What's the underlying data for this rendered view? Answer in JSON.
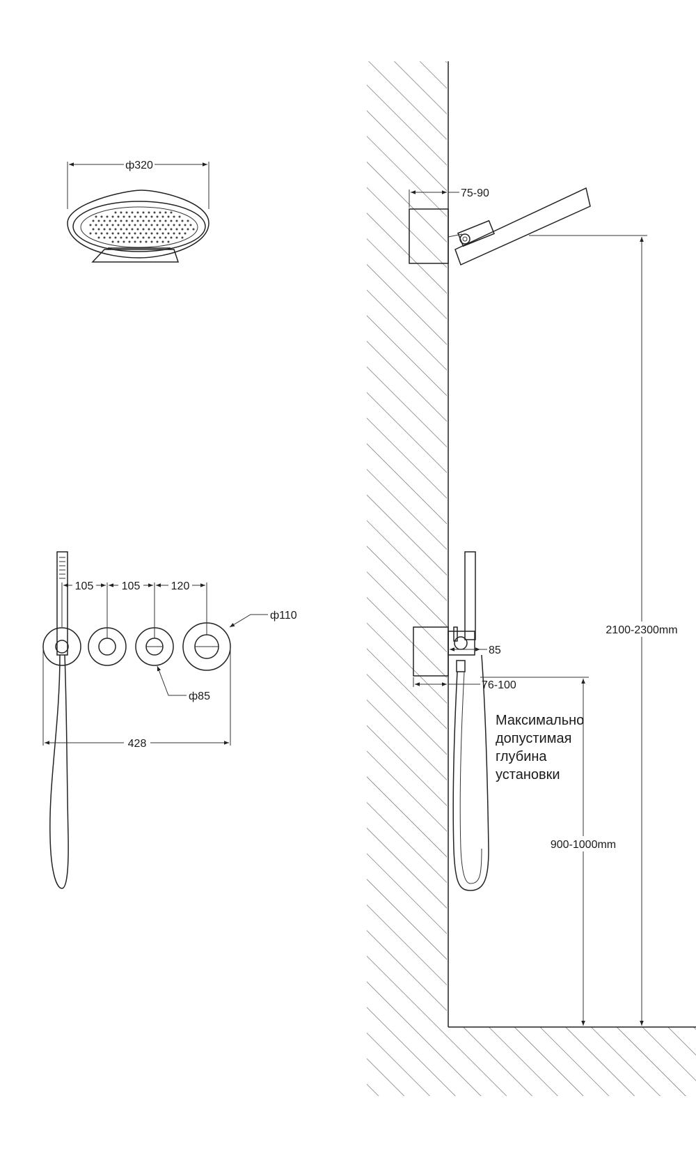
{
  "dimensions": {
    "head_diameter": "ф320",
    "spacing_1": "105",
    "spacing_2": "105",
    "spacing_3": "120",
    "plate_diameter": "ф110",
    "knob_diameter": "ф85",
    "total_width": "428",
    "wall_box_depth_top": "75-90",
    "holder_depth": "85",
    "wall_box_depth_bottom": "76-100",
    "head_height": "2100-2300mm",
    "mixer_height": "900-1000mm"
  },
  "note": {
    "lines": [
      "Максимально",
      "допустимая",
      "глубина",
      "установки"
    ]
  },
  "colors": {
    "line": "#222222",
    "background": "#ffffff"
  }
}
